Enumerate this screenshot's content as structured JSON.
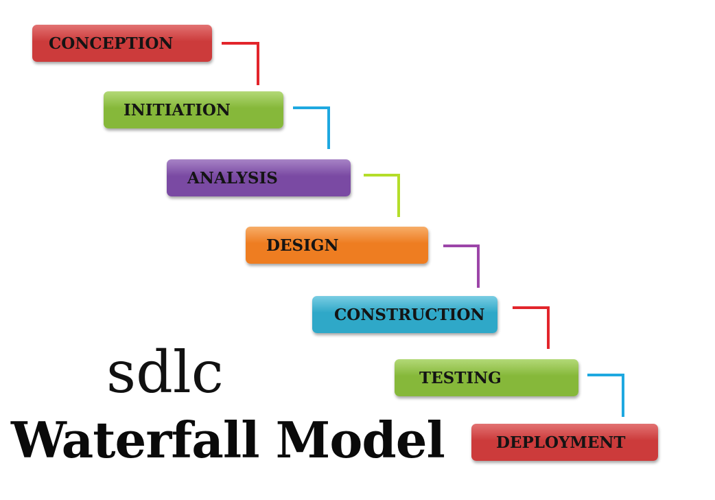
{
  "diagram": {
    "subtitle": "sdlc",
    "title": "Waterfall Model",
    "phases": [
      {
        "label": "CONCEPTION",
        "color": "#cc3b3b",
        "highlight": "#e27272",
        "connector_color": "#e2252b"
      },
      {
        "label": "INITIATION",
        "color": "#86b83a",
        "highlight": "#b3d977",
        "connector_color": "#1ea8e0"
      },
      {
        "label": "ANALYSIS",
        "color": "#7a4aa3",
        "highlight": "#a783c6",
        "connector_color": "#b4dd2a"
      },
      {
        "label": "DESIGN",
        "color": "#ee7d21",
        "highlight": "#f7ad68",
        "connector_color": "#9c45a8"
      },
      {
        "label": "CONSTRUCTION",
        "color": "#2fa8c8",
        "highlight": "#79cde3",
        "connector_color": "#e2252b"
      },
      {
        "label": "TESTING",
        "color": "#86b83a",
        "highlight": "#b3d977",
        "connector_color": "#1ea8e0"
      },
      {
        "label": "DEPLOYMENT",
        "color": "#cc3b3b",
        "highlight": "#e27272",
        "connector_color": ""
      }
    ]
  }
}
